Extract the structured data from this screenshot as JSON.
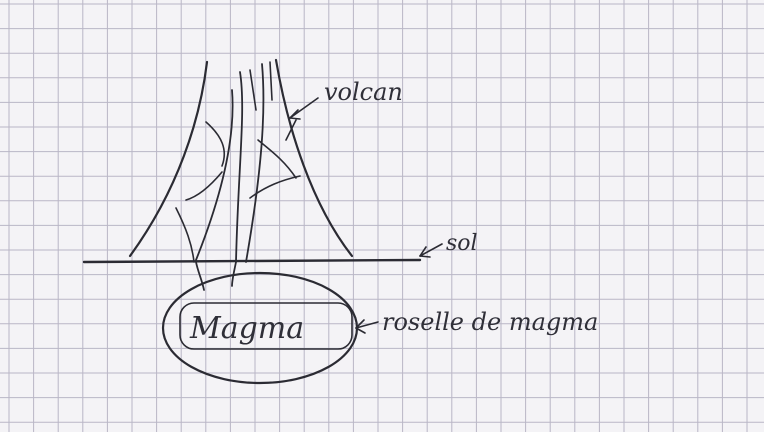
{
  "diagram": {
    "labels": {
      "volcano": "volcan",
      "ground": "sol",
      "magma": "Magma",
      "chamber": "roselle de magma"
    },
    "colors": {
      "paper": "#f4f3f6",
      "grid": "#b9b6c6",
      "ink": "#2b2b33"
    }
  }
}
